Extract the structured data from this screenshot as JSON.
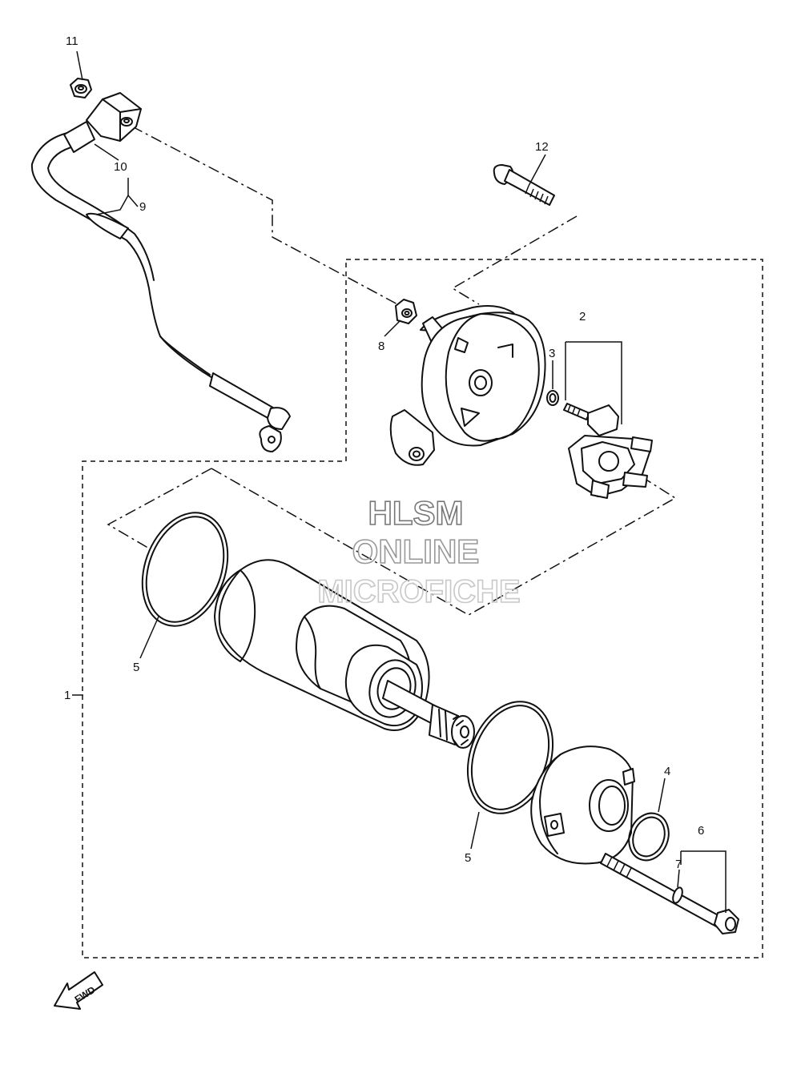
{
  "callouts": [
    {
      "id": "1",
      "label": "1"
    },
    {
      "id": "2",
      "label": "2"
    },
    {
      "id": "3",
      "label": "3"
    },
    {
      "id": "4",
      "label": "4"
    },
    {
      "id": "5a",
      "label": "5"
    },
    {
      "id": "5b",
      "label": "5"
    },
    {
      "id": "6",
      "label": "6"
    },
    {
      "id": "7",
      "label": "7"
    },
    {
      "id": "8",
      "label": "8"
    },
    {
      "id": "9",
      "label": "9"
    },
    {
      "id": "10",
      "label": "10"
    },
    {
      "id": "11",
      "label": "11"
    },
    {
      "id": "12",
      "label": "12"
    }
  ],
  "watermark": {
    "line1": "HLSM",
    "line2": "ONLINE",
    "line3": "MICROFICHE"
  },
  "fwd_label": "FWD"
}
